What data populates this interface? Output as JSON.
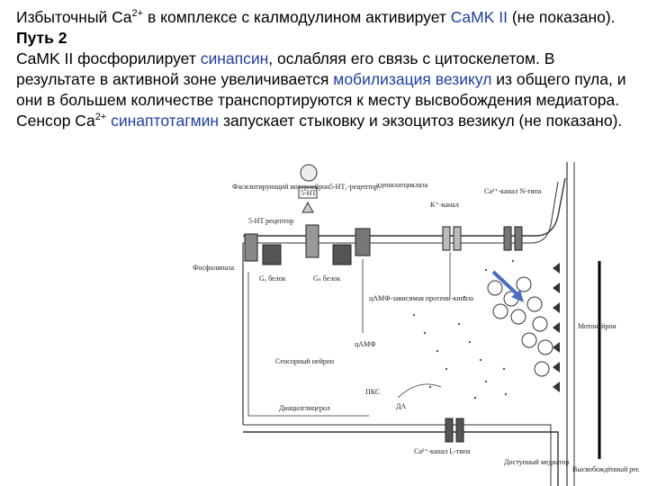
{
  "paragraph1": {
    "before_sup": "Избыточный Ca",
    "sup": "2+",
    "after_sup": " в комплексе с калмодулином активирует ",
    "link": "CaMK II",
    "end": " (не показано)."
  },
  "heading": "Путь 2",
  "paragraph2": {
    "part1": "CaMK II фосфорилирует ",
    "link1": "синапсин",
    "part2": ", ослабляя его связь с цитоскелетом. В результате в активной зоне увеличивается ",
    "link2": "мобилизация везикул",
    "part3": " из общего пула, и они в большем количестве транспортируются к месту высвобождения медиатора. Сенсор Ca",
    "sup": "2+",
    "part4": " ",
    "link3": "синаптотагмин",
    "part5": " запускает стыковку и экзоцитоз везикул (не показано)."
  },
  "colors": {
    "link": "#1f3fa0",
    "arrow": "#4a6fc0"
  },
  "diagram": {
    "labels": {
      "facilitating": "Фасилитирующий интернейрон",
      "ht5_box": "5-HT",
      "ht5_receptor_top": "5-HT₁-рецептор",
      "adenylate": "аденилатциклаза",
      "k_channel": "K⁺-канал",
      "ca_channel_n": "Ca²⁺-канал N-типа",
      "ht5_receptor_left": "5-HT рецептор",
      "phospholipase": "Фосфолипаза",
      "go_protein": "Gₒ белок",
      "gs_protein": "Gₛ белок",
      "camp_kinase": "цАМФ-зависимая протеин-киназа",
      "camp": "цАМФ",
      "sensory": "Сенсорный нейрон",
      "motor": "Мотонейрон",
      "pkc": "ПКС",
      "dag": "Диацилглицерол",
      "da": "ДА",
      "ca_channel_l": "Ca²⁺-канал L-типа",
      "released": "Доступный медиатор",
      "released_receptor": "Высвобождённый рецептор"
    }
  }
}
